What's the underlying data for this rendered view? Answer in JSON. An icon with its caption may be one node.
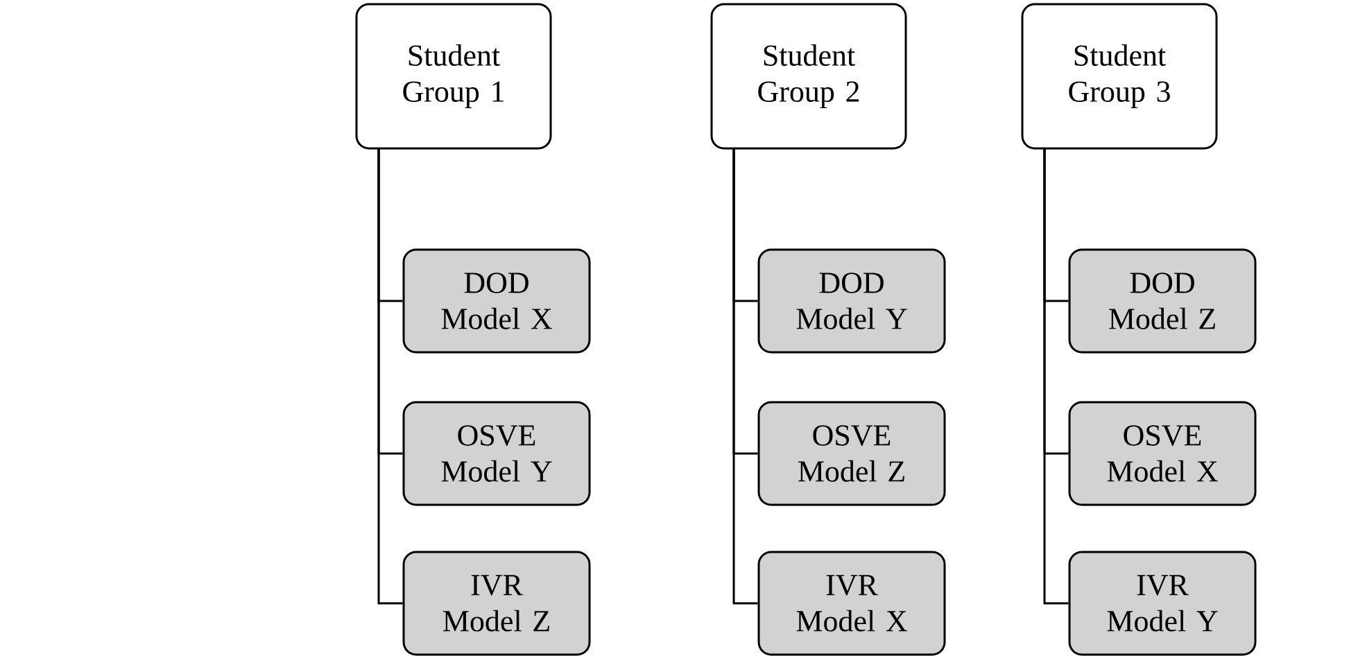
{
  "diagram": {
    "nodes": [
      {
        "text": [
          "Student Group 1"
        ]
      },
      {
        "text": [
          "DOD Model X"
        ]
      },
      {
        "text": [
          "OSVE Model Y"
        ]
      },
      {
        "text": [
          "IVR Model Z"
        ]
      },
      {
        "text": [
          "Student Group 2"
        ]
      },
      {
        "text": [
          "DOD Model Y"
        ]
      },
      {
        "text": [
          "OSVE Model Z"
        ]
      },
      {
        "text": [
          "IVR Model X"
        ]
      },
      {
        "text": [
          "Student Group 3"
        ]
      },
      {
        "text": [
          "DOD Model Z"
        ]
      },
      {
        "text": [
          "OSVE Model X"
        ]
      },
      {
        "text": [
          "IVR Model Y"
        ]
      }
    ],
    "edges": [
      {
        "from": 0,
        "to": 1,
        "arrow": "none"
      },
      {
        "from": 0,
        "to": 2,
        "arrow": "none"
      },
      {
        "from": 0,
        "to": 3,
        "arrow": "none"
      },
      {
        "from": 4,
        "to": 5,
        "arrow": "none"
      },
      {
        "from": 4,
        "to": 6,
        "arrow": "none"
      },
      {
        "from": 4,
        "to": 7,
        "arrow": "none"
      },
      {
        "from": 8,
        "to": 9,
        "arrow": "none"
      },
      {
        "from": 8,
        "to": 10,
        "arrow": "none"
      },
      {
        "from": 8,
        "to": 11,
        "arrow": "none"
      }
    ]
  }
}
